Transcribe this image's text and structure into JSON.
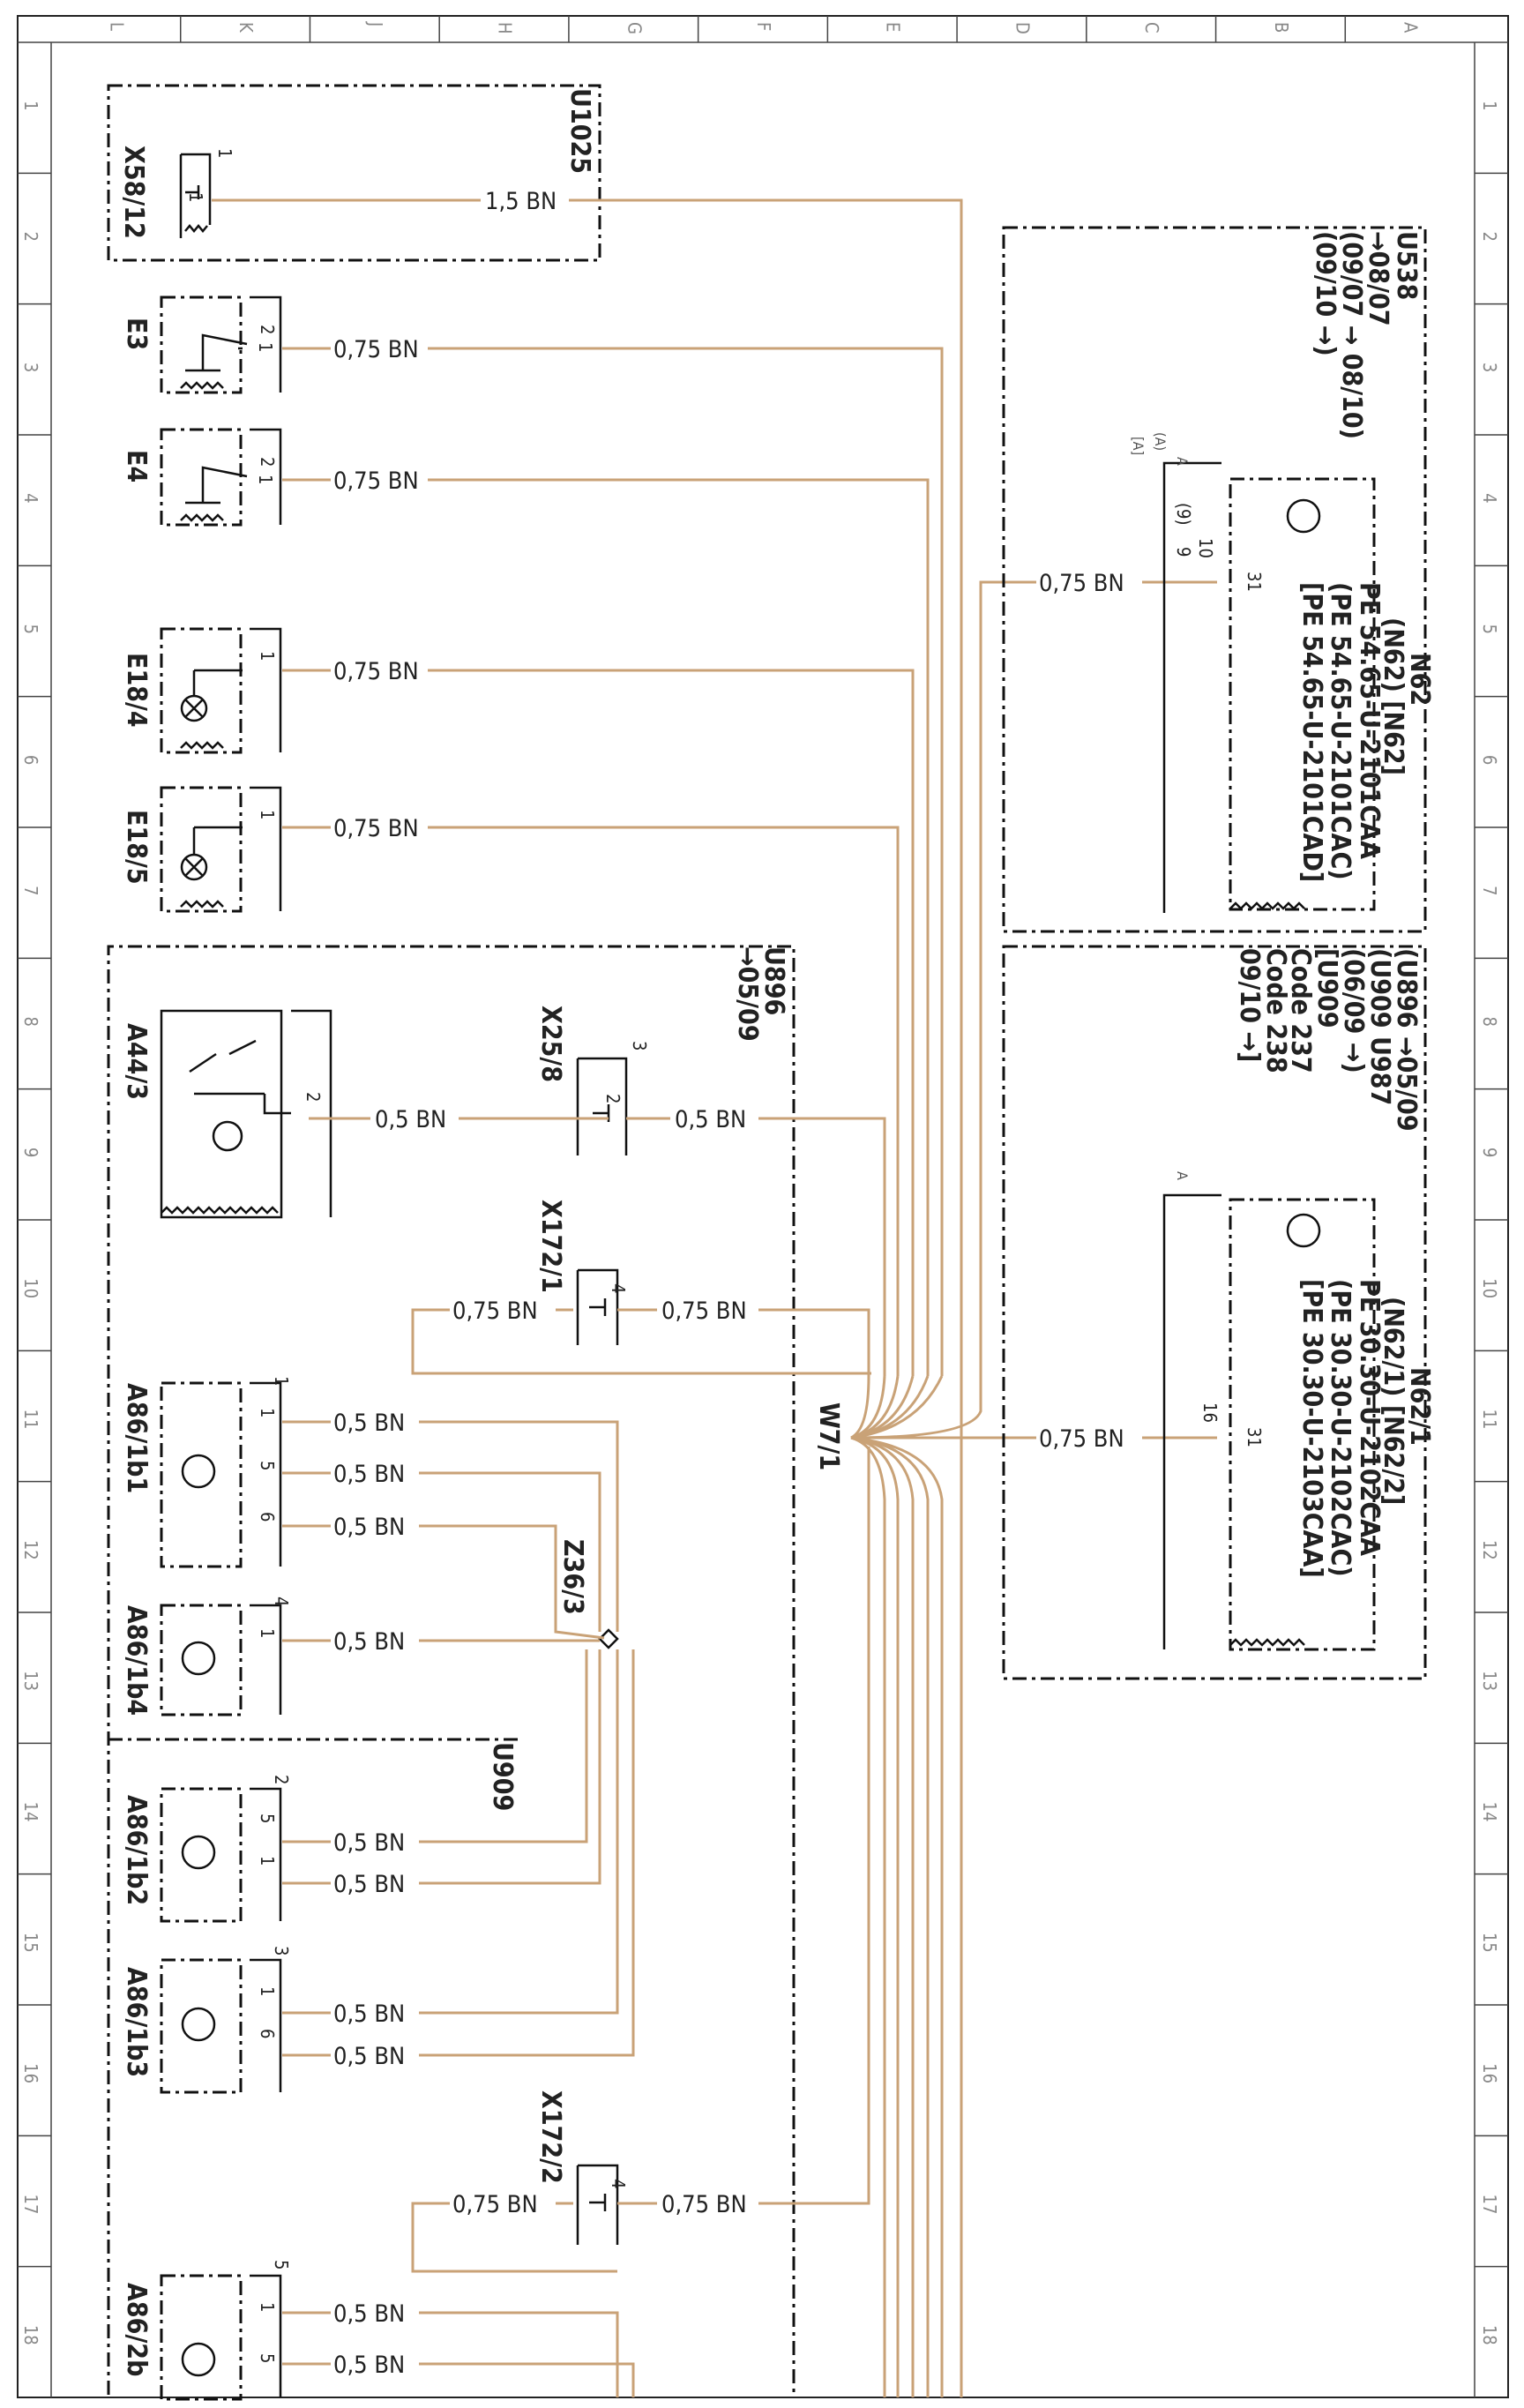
{
  "grid": {
    "columns": [
      "L",
      "K",
      "J",
      "H",
      "G",
      "F",
      "E",
      "D",
      "C",
      "B",
      "A"
    ],
    "rows": [
      "1",
      "2",
      "3",
      "4",
      "5",
      "6",
      "7",
      "8",
      "9",
      "10",
      "11",
      "12",
      "13",
      "14",
      "15",
      "16",
      "17",
      "18"
    ]
  },
  "wire_labels": {
    "w15": "1,5 BN",
    "w075": "0,75 BN",
    "w05": "0,5 BN"
  },
  "components": {
    "x58_12": "X58/12",
    "u1025": "U1025",
    "e3": "E3",
    "e4": "E4",
    "e18_4": "E18/4",
    "e18_5": "E18/5",
    "u896": "U896",
    "u896_date": "→05/09",
    "a44_3": "A44/3",
    "x25_8": "X25/8",
    "x172_1": "X172/1",
    "x172_2": "X172/2",
    "w7_1": "W7/1",
    "a86_1b1": "A86/1b1",
    "a86_1b4": "A86/1b4",
    "a86_1b2": "A86/1b2",
    "a86_1b3": "A86/1b3",
    "a86_2b": "A86/2b",
    "z36_3": "Z36/3",
    "u909": "U909",
    "u538": "U538",
    "n62": "N62",
    "n62_1": "N62/1"
  },
  "pins": {
    "p1": "1",
    "p2": "2",
    "p3": "3",
    "p4": "4",
    "p5": "5",
    "p6": "6",
    "p9": "(9)",
    "p9b": "9",
    "p10": "10",
    "p16": "16",
    "p31": "31",
    "pA": "A",
    "pA2": "(A)",
    "pA3": "[A]"
  },
  "u538_notes": [
    "→08/07",
    "(09/07 → 08/10)",
    "(09/10 →)"
  ],
  "n62_notes": [
    "(N62) [N62]",
    "PE 54.65-U-2101CAA",
    "(PE 54.65-U-2101CAC)",
    "[PE 54.65-U-2101CAD]"
  ],
  "u896_notes": [
    "(U896 →05/09",
    "(U909 U987",
    "(06/09 →)",
    "[U909",
    "Code 237",
    "Code 238",
    "09/10 →]"
  ],
  "n62_1_notes": [
    "(N62/1) [N62/2]",
    "PE 30.30-U-2102CAA",
    "(PE 30.30-U-2102CAC)",
    "[PE 30.30-U-2103CAA]"
  ]
}
